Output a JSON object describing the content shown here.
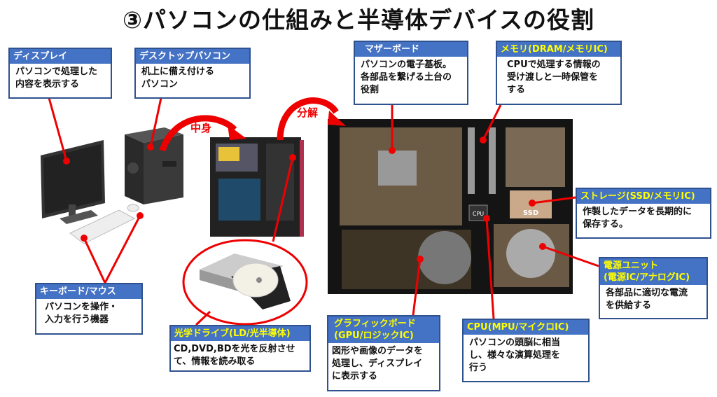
{
  "title": "③パソコンの仕組みと半導体デバイスの役割",
  "arrows": {
    "inside": "中身",
    "disassemble": "分解"
  },
  "boxes": {
    "display": {
      "head": "ディスプレイ",
      "body": "パソコンで処理した\n内容を表示する"
    },
    "desktop": {
      "head": "デスクトップパソコン",
      "body": "机上に備え付ける\nパソコン"
    },
    "motherboard": {
      "head": "マザーボード",
      "body": "パソコンの電子基板。\n各部品を繋げる土台の\n役割"
    },
    "memory": {
      "head": "メモリ(DRAM/メモリIC)",
      "body": "CPUで処理する情報の\n受け渡しと一時保管を\nする"
    },
    "storage": {
      "head": "ストレージ(SSD/メモリIC)",
      "body": "作製したデータを長期的に\n保存する。"
    },
    "power": {
      "head": "電源ユニット\n(電源IC/アナログIC)",
      "body": "各部品に適切な電流\nを供給する"
    },
    "keyboard": {
      "head": "キーボード/マウス",
      "body": "パソコンを操作・\n入力を行う機器"
    },
    "optical": {
      "head": "光学ドライブ(LD/光半導体)",
      "body": "CD,DVD,BDを光を反射させ\nて、情報を読み取る"
    },
    "graphics": {
      "head": "グラフィックボード\n(GPU/ロジックIC)",
      "body": "図形や画像のデータを\n処理し、ディスプレイ\nに表示する"
    },
    "cpu": {
      "head": "CPU(MPU/マイクロIC)",
      "body": "パソコンの頭脳に相当\nし、様々な演算処理を\n行う"
    }
  },
  "photo_labels": {
    "cpu_chip": "CPU",
    "ssd": "SSD"
  }
}
